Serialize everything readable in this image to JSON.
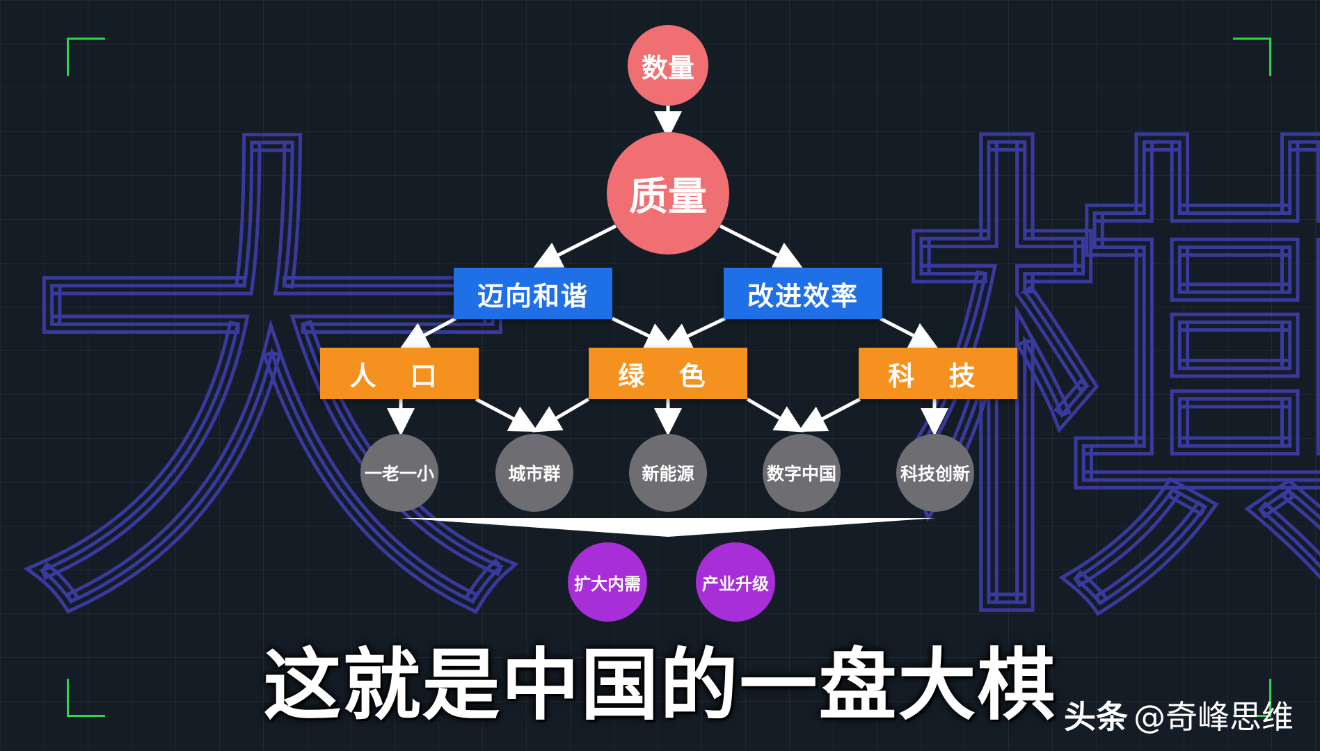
{
  "background": {
    "left_char": "大",
    "right_char": "棋"
  },
  "top": {
    "quantity": "数量",
    "quality": "质量"
  },
  "level2": {
    "harmony": "迈向和谐",
    "efficiency": "改进效率"
  },
  "level3": {
    "population": "人 口",
    "green": "绿 色",
    "tech": "科 技"
  },
  "leaves": [
    "一老一小",
    "城市群",
    "新能源",
    "数字中国",
    "科技创新"
  ],
  "outcomes": [
    "扩大内需",
    "产业升级"
  ],
  "caption": "这就是中国的一盘大棋",
  "watermark": {
    "logo": "头条",
    "handle": "@奇峰思维"
  },
  "colors": {
    "background": "#141c26",
    "red": "#ef6f73",
    "blue": "#1f6fe6",
    "orange": "#f5911e",
    "gray": "#6e6e72",
    "purple": "#a82fd8",
    "corner": "#2fd54a",
    "outline_chars": "#3a3a9e"
  }
}
